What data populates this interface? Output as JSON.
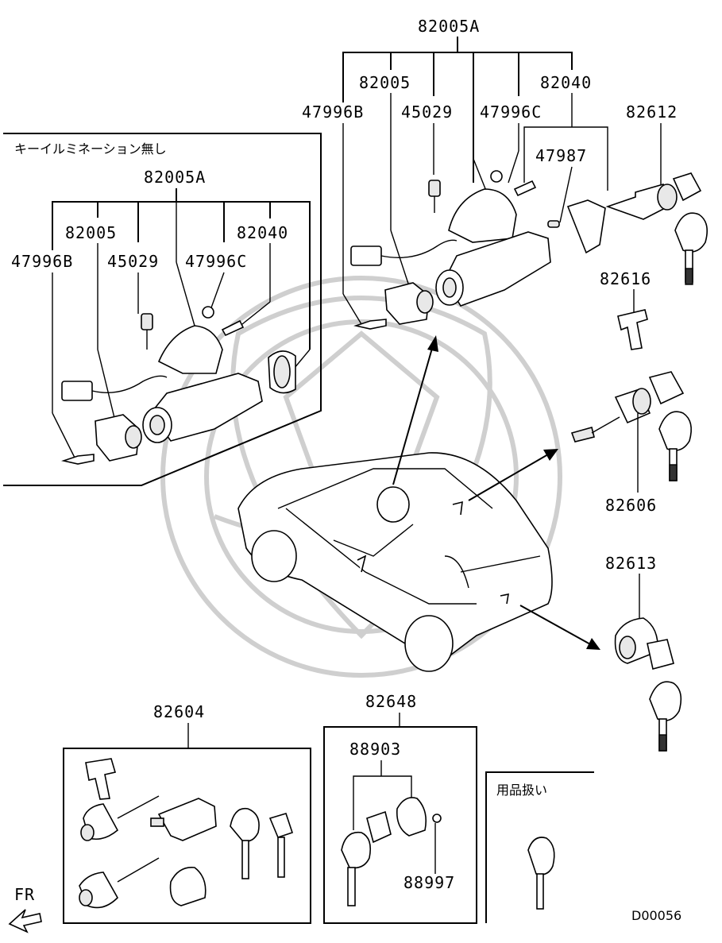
{
  "diagram_code": "D00056",
  "orientation_label": "FR",
  "notes": {
    "without_key_illumination": "キーイルミネーション無し",
    "accessory": "用品扱い"
  },
  "main_assembly": {
    "assembly": "82005A",
    "cylinder": "82005",
    "cover": "82040",
    "bolt_b": "47996B",
    "screw": "45029",
    "bolt_c": "47996C",
    "ring": "47987"
  },
  "inset_assembly": {
    "assembly": "82005A",
    "cylinder": "82005",
    "cover": "82040",
    "bolt_b": "47996B",
    "screw": "45029",
    "bolt_c": "47996C"
  },
  "parts": {
    "door_lock": "82612",
    "clip": "82616",
    "door_cylinder": "82606",
    "tailgate_lock": "82613",
    "lock_set": "82604",
    "key_set": "82648",
    "transmitter": "88903",
    "battery": "88997"
  }
}
